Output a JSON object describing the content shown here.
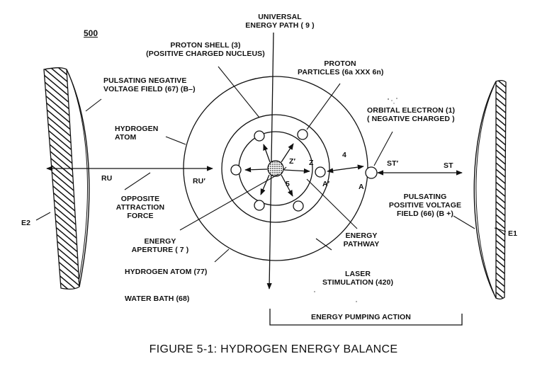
{
  "figure_ref": "500",
  "caption": "FIGURE 5-1: HYDROGEN ENERGY BALANCE",
  "labels": {
    "universal_path_1": "UNIVERSAL",
    "universal_path_2": "ENERGY PATH ( 9 )",
    "proton_shell_1": "PROTON SHELL (3)",
    "proton_shell_2": "(POSITIVE CHARGED NUCLEUS)",
    "proton_particles_1": "PROTON",
    "proton_particles_2": "PARTICLES (6a XXX 6n)",
    "neg_field_1": "PULSATING NEGATIVE",
    "neg_field_2": "VOLTAGE FIELD (67) (B–)",
    "orbital_1": "ORBITAL ELECTRON (1)",
    "orbital_2": "( NEGATIVE CHARGED )",
    "hydrogen_atom_1": "HYDROGEN",
    "hydrogen_atom_2": "ATOM",
    "ru": "RU",
    "ru_prime": "RU′",
    "z_prime": "Z′",
    "z": "Z",
    "four": "4",
    "five": "5",
    "a_prime": "A′",
    "a": "A",
    "st_prime": "ST′",
    "st": "ST",
    "opposite_1": "OPPOSITE",
    "opposite_2": "ATTRACTION",
    "opposite_3": "FORCE",
    "pos_field_1": "PULSATING",
    "pos_field_2": "POSITIVE VOLTAGE",
    "pos_field_3": "FIELD (66) (B +)",
    "e2": "E2",
    "e1": "E1",
    "energy_aperture_1": "ENERGY",
    "energy_aperture_2": "APERTURE ( 7 )",
    "energy_pathway_1": "ENERGY",
    "energy_pathway_2": "PATHWAY",
    "hydrogen_atom_77": "HYDROGEN ATOM (77)",
    "laser_1": "LASER",
    "laser_2": "STIMULATION (420)",
    "water_bath": "WATER BATH (68)",
    "pumping": "ENERGY PUMPING ACTION"
  }
}
